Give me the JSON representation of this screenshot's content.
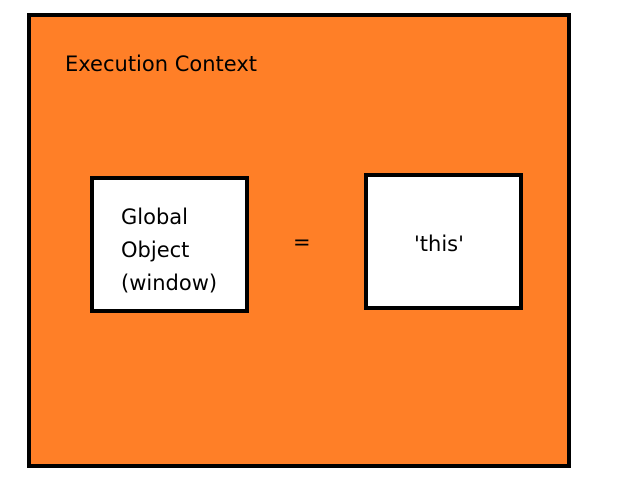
{
  "diagram": {
    "context_label": "Execution Context",
    "left_box": {
      "line1": "Global",
      "line2": "Object",
      "line3": "(window)"
    },
    "operator": "=",
    "right_box": {
      "label": "'this'"
    }
  },
  "colors": {
    "context_fill": "#FF7F27",
    "border": "#000000",
    "box_fill": "#FFFFFF"
  }
}
